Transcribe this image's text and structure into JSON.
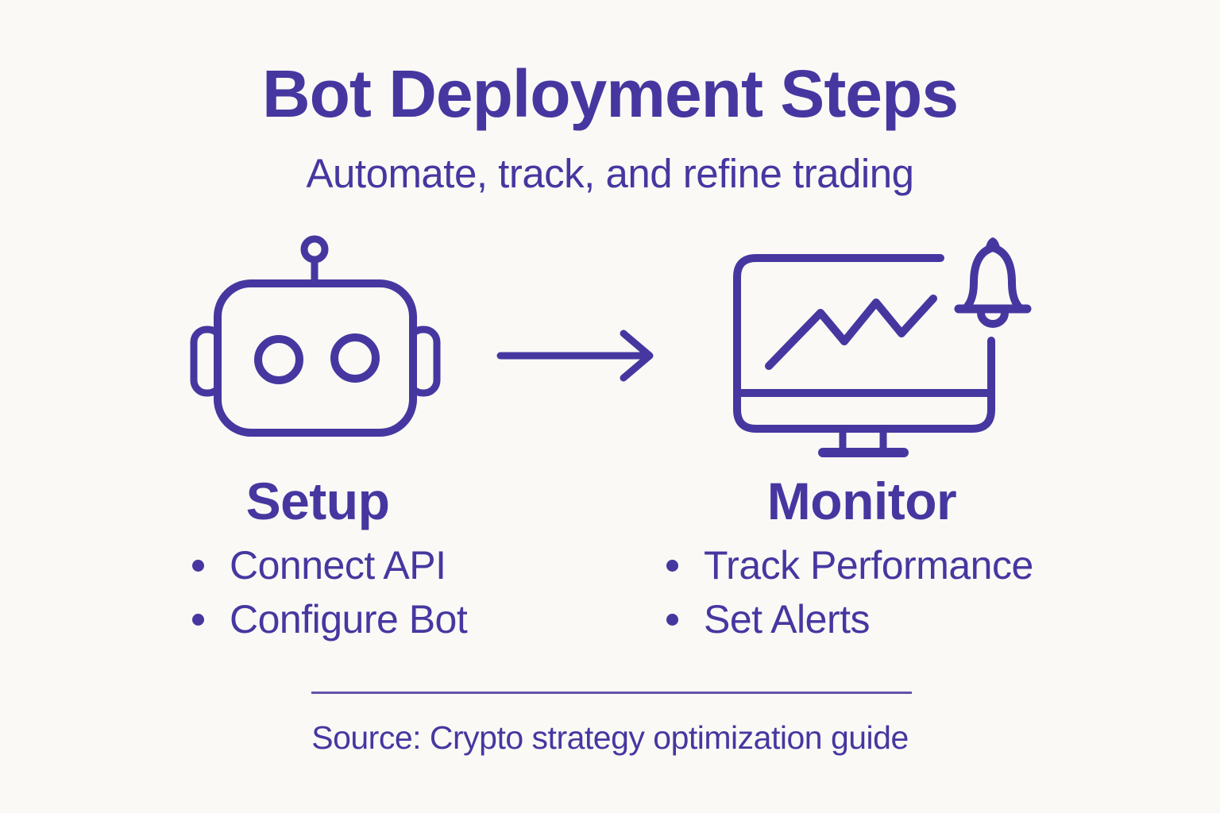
{
  "page": {
    "title": "Bot Deployment Steps",
    "subtitle": "Automate, track, and refine trading",
    "source": "Source: Crypto strategy optimization guide",
    "colors": {
      "purple": "#4637A0",
      "background": "#FAF9F6"
    }
  },
  "steps": [
    {
      "id": "setup",
      "icon": "robot-icon",
      "heading": "Setup",
      "bullets": [
        "Connect API",
        "Configure Bot"
      ]
    },
    {
      "id": "monitor",
      "icon": "monitor-chart-bell-icon",
      "heading": "Monitor",
      "bullets": [
        "Track Performance",
        "Set Alerts"
      ]
    }
  ],
  "connector": {
    "icon": "arrow-right-icon"
  }
}
